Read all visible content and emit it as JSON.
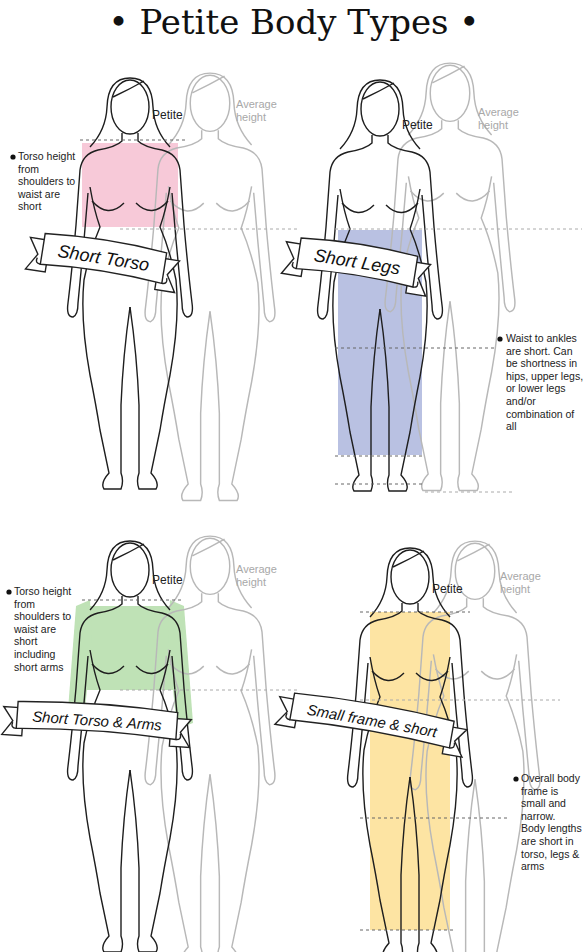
{
  "diagram": {
    "title": "• Petite Body Types •",
    "nodes": [
      {
        "text": [
          "Short Torso"
        ]
      },
      {
        "text": [
          "Short Legs"
        ]
      },
      {
        "text": [
          "Short Torso & Arms"
        ]
      },
      {
        "text": [
          "Small frame & short"
        ]
      }
    ],
    "labels": [
      "Petite",
      "Average height",
      "Torso height from shoulders to waist are short",
      "Petite",
      "Average height",
      "Waist to ankles are short. Can be shortness in hips, upper legs, or lower legs and/or combination of all",
      "Petite",
      "Average height",
      "Torso height from shoulders to waist are short including short arms",
      "Petite",
      "Average height",
      "Overall body frame is small and narrow. Body lengths are short in torso, legs & arms"
    ]
  }
}
